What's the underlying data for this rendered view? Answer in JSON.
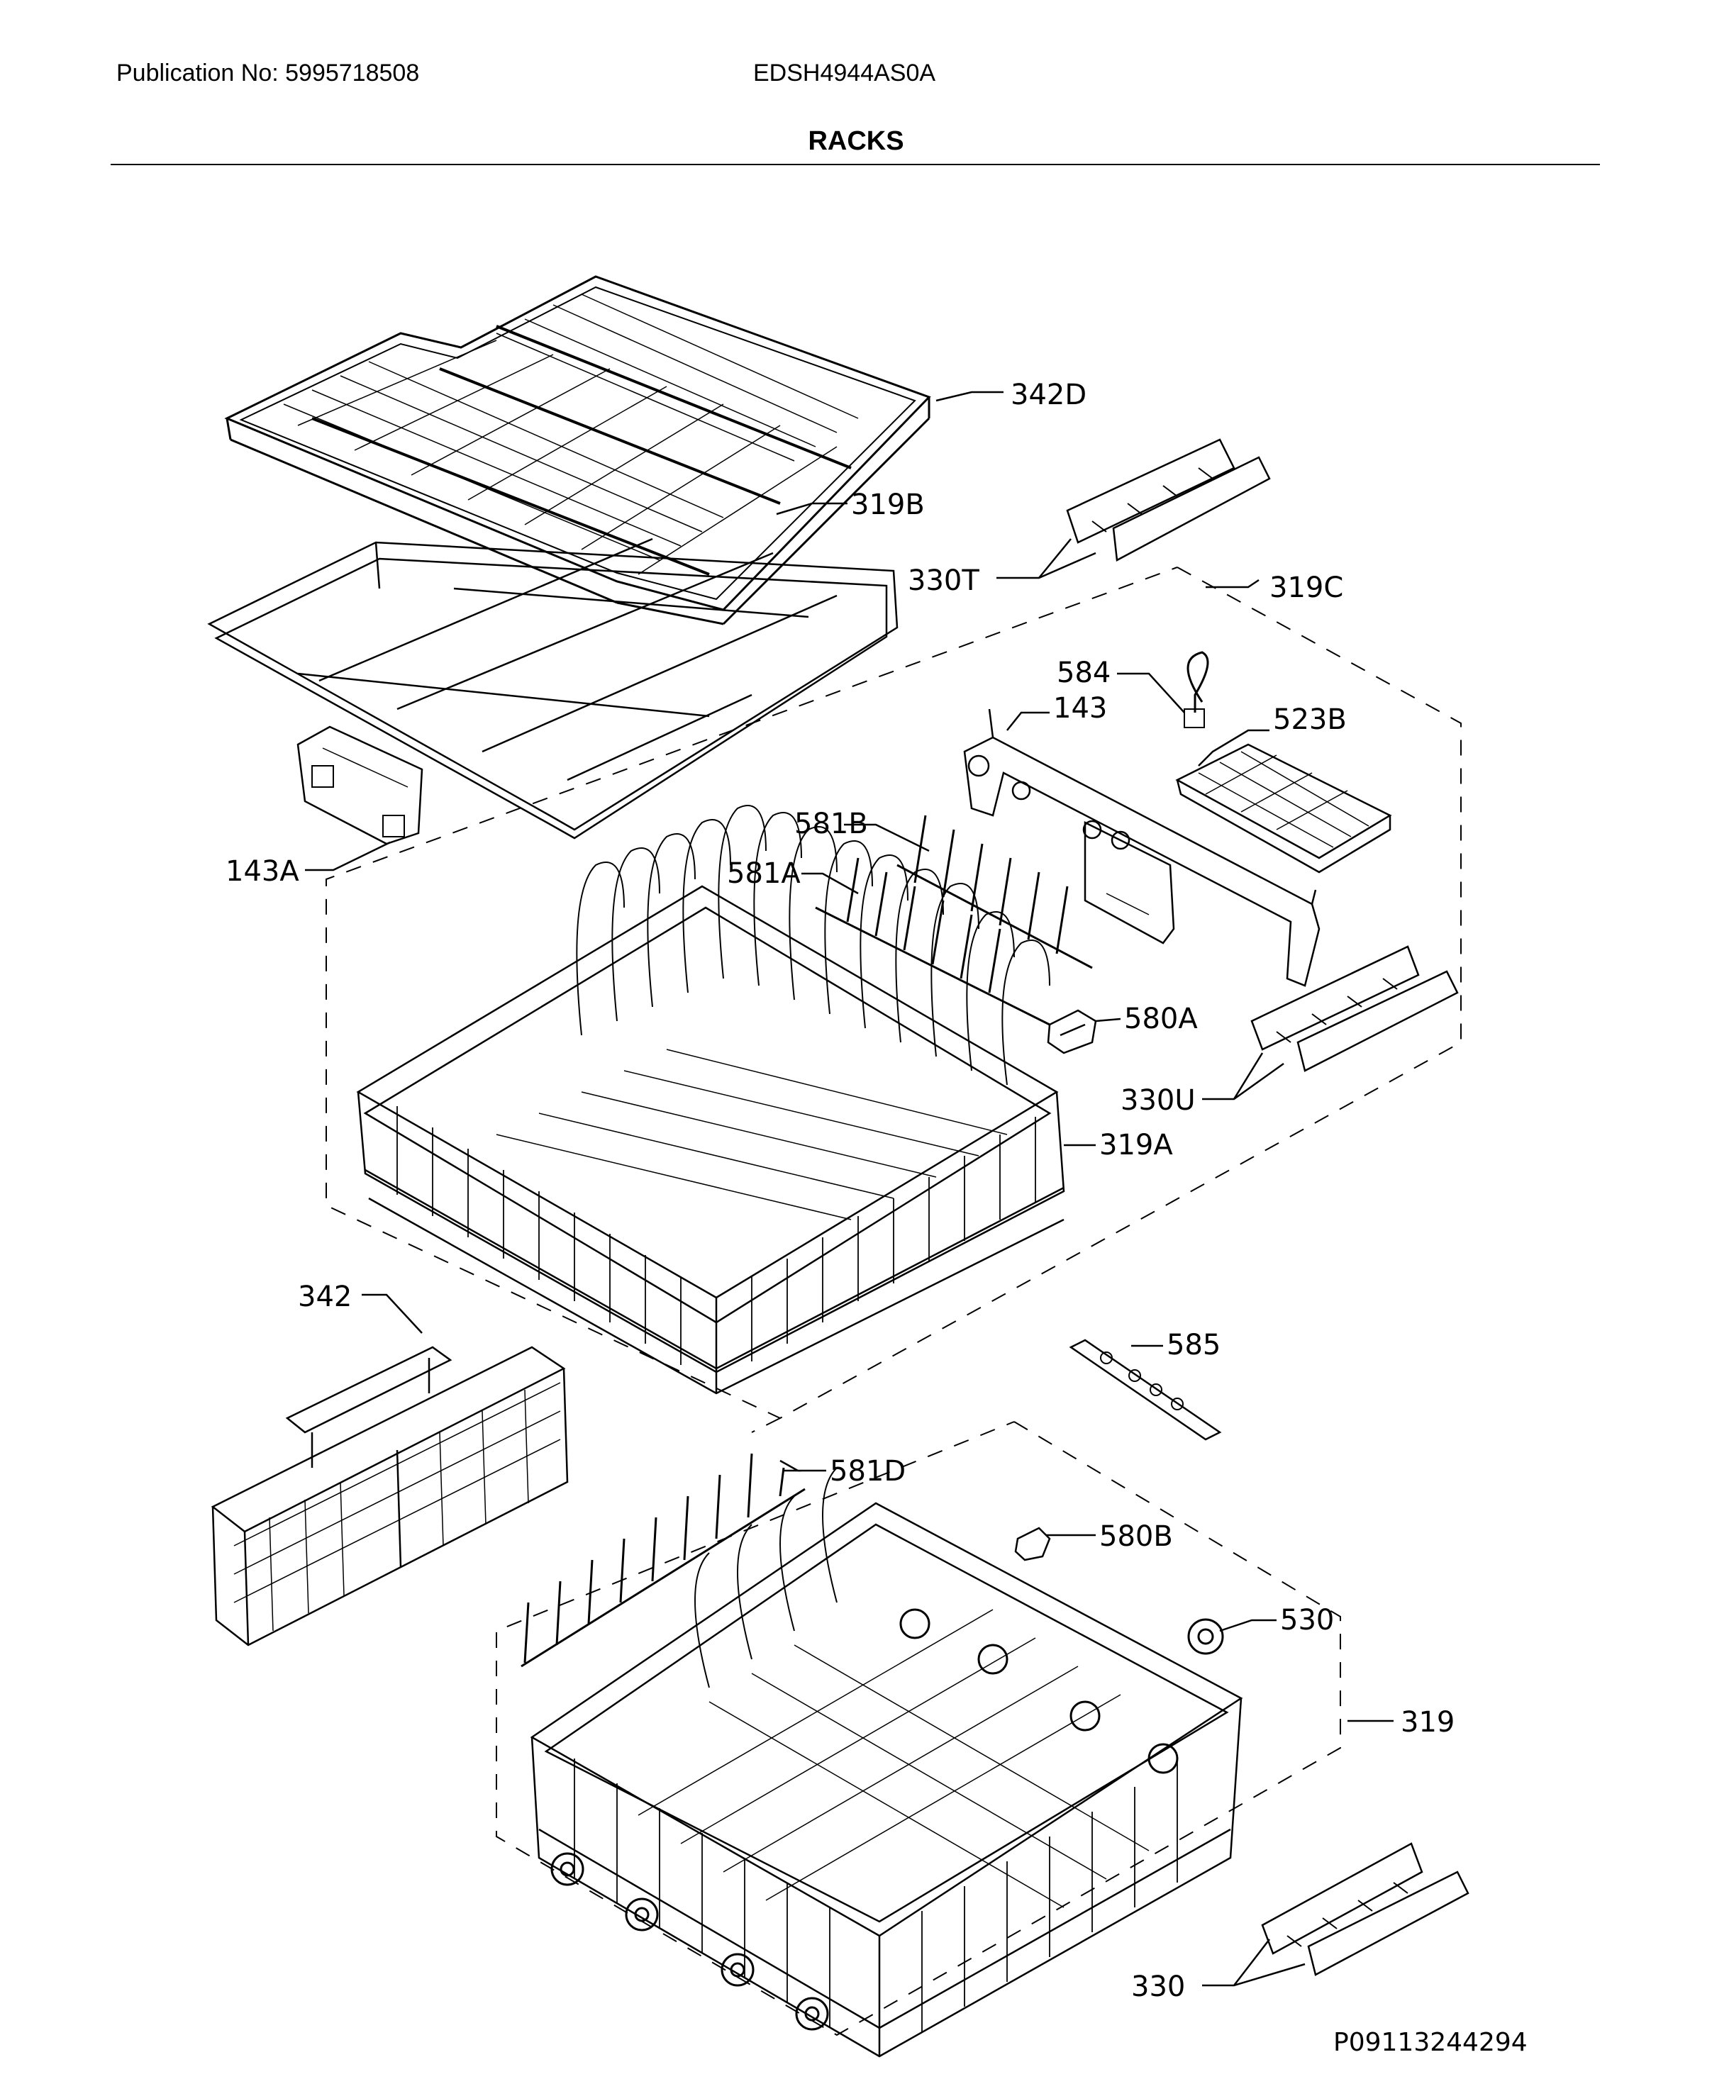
{
  "header": {
    "publication": "Publication No: 5995718508",
    "model": "EDSH4944AS0A",
    "title": "RACKS"
  },
  "part_labels": {
    "p342D": "342D",
    "p319B": "319B",
    "p330T": "330T",
    "p319C": "319C",
    "p584": "584",
    "p143": "143",
    "p523B": "523B",
    "p581B": "581B",
    "p581A": "581A",
    "p143A": "143A",
    "p580A": "580A",
    "p330U": "330U",
    "p319A": "319A",
    "p342": "342",
    "p585": "585",
    "p581D": "581D",
    "p580B": "580B",
    "p530": "530",
    "p319": "319",
    "p330": "330"
  },
  "footer": {
    "diagram_id": "P09113244294"
  }
}
